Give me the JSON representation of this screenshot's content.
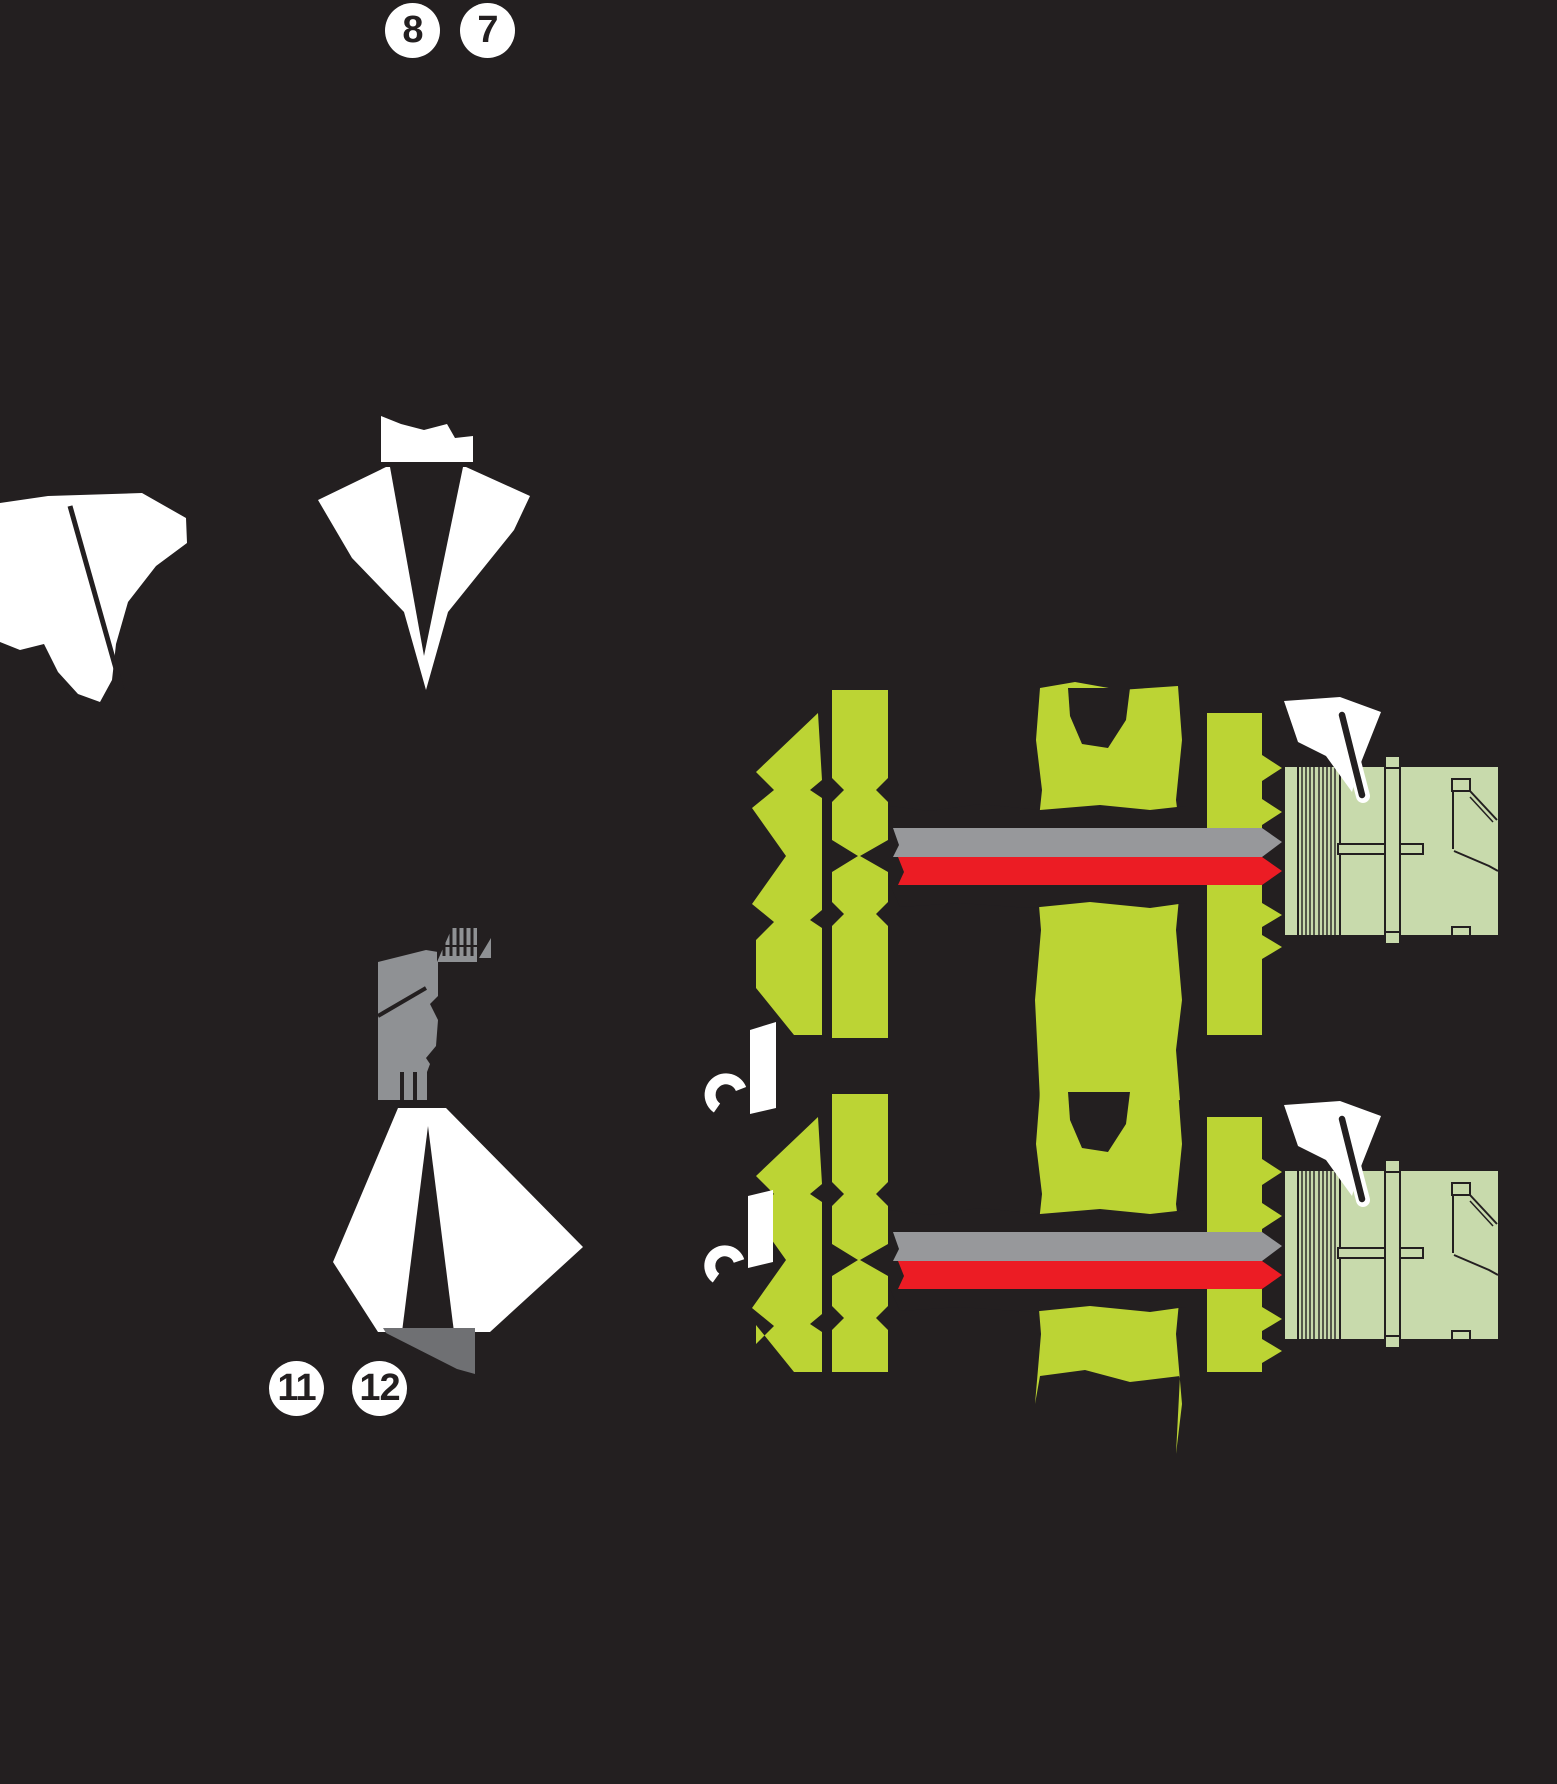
{
  "callouts": {
    "c8": "8",
    "c7": "7",
    "c11": "11",
    "c12": "12"
  },
  "colors": {
    "black": "#231F20",
    "white": "#FFFFFF",
    "chartreuse": "#BCD434",
    "flow_gray": "#97989B",
    "flow_red": "#EC1C24",
    "sage": "#C8DAAC",
    "hand_gray": "#8F9194",
    "wedge_gray": "#6F7073"
  }
}
